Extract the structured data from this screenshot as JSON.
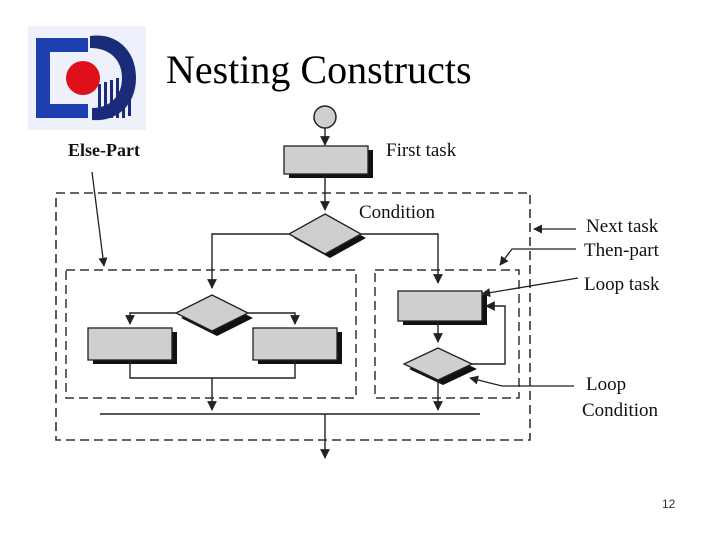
{
  "slide": {
    "title": "Nesting Constructs",
    "page_number": "12"
  },
  "logo": {
    "icon": "university-logo-icon",
    "colors": {
      "blue": "#1d3fb0",
      "red": "#e0101a",
      "navy": "#1a2b7a"
    }
  },
  "diagram": {
    "labels": {
      "else_part": "Else-Part",
      "first_task": "First task",
      "condition": "Condition",
      "next_task": "Next task",
      "then_part": "Then-part",
      "loop_task": "Loop task",
      "loop_condition_line1": "Loop",
      "loop_condition_line2": "Condition"
    },
    "colors": {
      "box_fill": "#cfcfcf",
      "shadow": "#111111",
      "line": "#222222"
    }
  }
}
